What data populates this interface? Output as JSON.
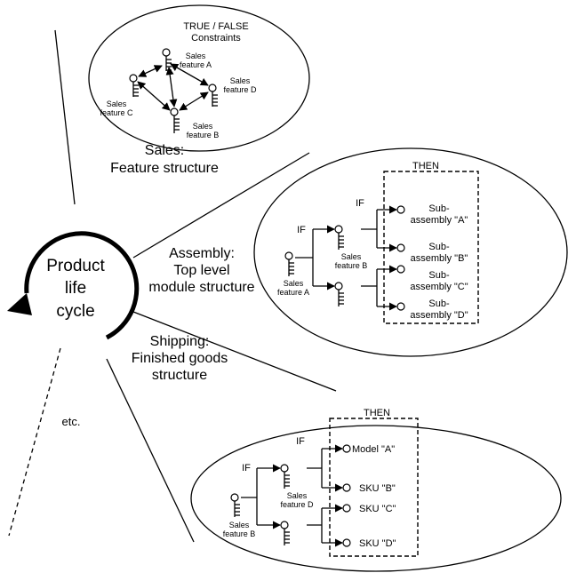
{
  "center": {
    "line1": "Product",
    "line2": "life",
    "line3": "cycle"
  },
  "stages": {
    "sales": {
      "line1": "Sales:",
      "line2": "Feature structure"
    },
    "assembly": {
      "line1": "Assembly:",
      "line2": "Top level",
      "line3": "module structure"
    },
    "shipping": {
      "line1": "Shipping:",
      "line2": "Finished goods",
      "line3": "structure"
    },
    "etc": "etc."
  },
  "sales_bubble": {
    "title1": "TRUE / FALSE",
    "title2": "Constraints",
    "features": [
      {
        "l1": "Sales",
        "l2": "feature A"
      },
      {
        "l1": "Sales",
        "l2": "feature D"
      },
      {
        "l1": "Sales",
        "l2": "feature C"
      },
      {
        "l1": "Sales",
        "l2": "feature B"
      }
    ]
  },
  "assembly_bubble": {
    "then": "THEN",
    "if1": "IF",
    "if2": "IF",
    "root": {
      "l1": "Sales",
      "l2": "feature A"
    },
    "mid": {
      "l1": "Sales",
      "l2": "feature B"
    },
    "outputs": [
      {
        "l1": "Sub-",
        "l2": "assembly \"A\""
      },
      {
        "l1": "Sub-",
        "l2": "assembly \"B\""
      },
      {
        "l1": "Sub-",
        "l2": "assembly \"C\""
      },
      {
        "l1": "Sub-",
        "l2": "assembly \"D\""
      }
    ]
  },
  "shipping_bubble": {
    "then": "THEN",
    "if1": "IF",
    "if2": "IF",
    "root": {
      "l1": "Sales",
      "l2": "feature B"
    },
    "mid": {
      "l1": "Sales",
      "l2": "feature D"
    },
    "outputs": [
      "Model  \"A\"",
      "SKU  \"B\"",
      "SKU  \"C\"",
      "SKU  \"D\""
    ]
  }
}
